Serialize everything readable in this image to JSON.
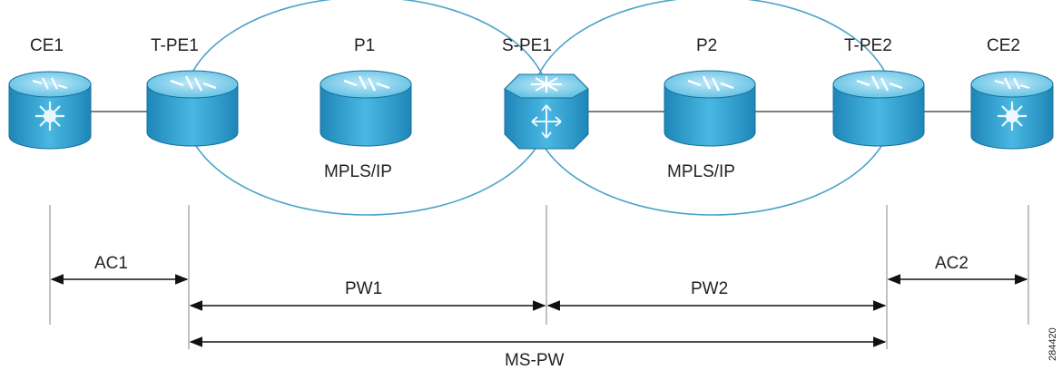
{
  "nodes": {
    "ce1": {
      "label": "CE1",
      "kind": "switch-router"
    },
    "tpe1": {
      "label": "T-PE1",
      "kind": "router"
    },
    "p1": {
      "label": "P1",
      "kind": "router"
    },
    "spe1": {
      "label": "S-PE1",
      "kind": "octagon-switch"
    },
    "p2": {
      "label": "P2",
      "kind": "router"
    },
    "tpe2": {
      "label": "T-PE2",
      "kind": "router"
    },
    "ce2": {
      "label": "CE2",
      "kind": "switch-router"
    }
  },
  "clouds": {
    "left": {
      "label": "MPLS/IP"
    },
    "right": {
      "label": "MPLS/IP"
    }
  },
  "segments": {
    "ac1": "AC1",
    "pw1": "PW1",
    "pw2": "PW2",
    "ac2": "AC2",
    "mspw": "MS-PW"
  },
  "figure_id": "284420",
  "colors": {
    "device_body": "#2b9fcf",
    "device_top": "#7fd0ee",
    "device_dark": "#1b7fae",
    "cloud_stroke": "#4aa3c8",
    "line": "#555555",
    "text": "#222222"
  }
}
